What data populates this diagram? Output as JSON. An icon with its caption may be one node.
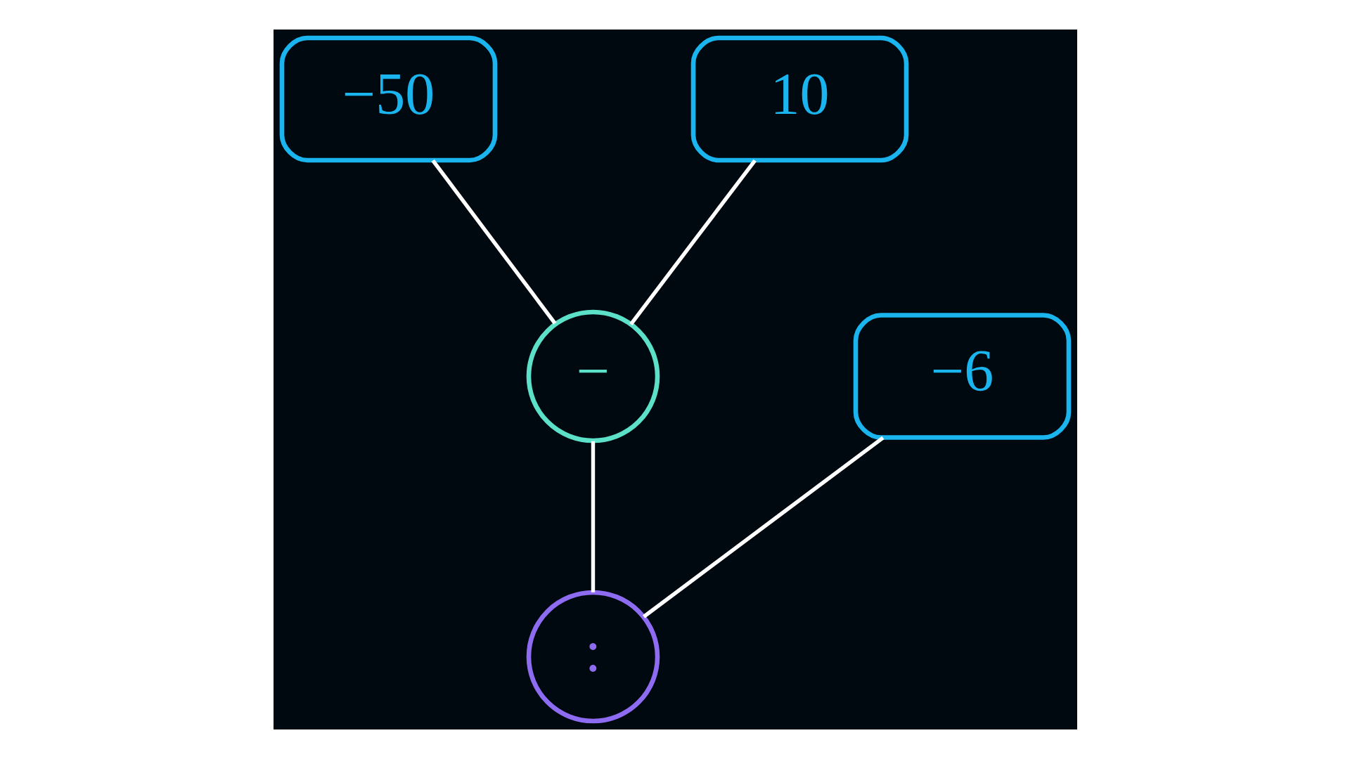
{
  "diagram": {
    "nodes": [
      {
        "text": [
          "−50"
        ]
      },
      {
        "text": [
          "10"
        ]
      },
      {
        "text": [
          "−"
        ]
      },
      {
        "text": [
          "−6"
        ]
      },
      {
        "text": [
          ":"
        ]
      }
    ],
    "edges": [
      {
        "from": 0,
        "to": 2,
        "arrow": "none"
      },
      {
        "from": 1,
        "to": 2,
        "arrow": "none"
      },
      {
        "from": 2,
        "to": 4,
        "arrow": "none"
      },
      {
        "from": 3,
        "to": 4,
        "arrow": "none"
      }
    ]
  }
}
